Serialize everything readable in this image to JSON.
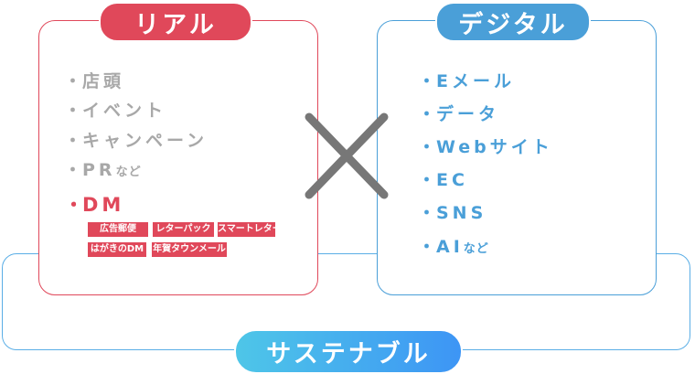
{
  "real": {
    "title": "リアル",
    "items": [
      "店頭",
      "イベント",
      "キャンペーン"
    ],
    "pr": "PR",
    "pr_suffix": "など",
    "dm": "DM",
    "tags": [
      "広告郵便",
      "レターパック",
      "スマートレター",
      "はがきのDM",
      "年賀タウンメール"
    ]
  },
  "digital": {
    "title": "デジタル",
    "items": [
      "Eメール",
      "データ",
      "Webサイト",
      "EC",
      "SNS"
    ],
    "ai": "AI",
    "ai_suffix": "など"
  },
  "sustainable": {
    "title": "サステナブル"
  },
  "bullet": "・",
  "colors": {
    "real": "#e0485a",
    "digital": "#4a9fd8",
    "cross": "#777777"
  }
}
